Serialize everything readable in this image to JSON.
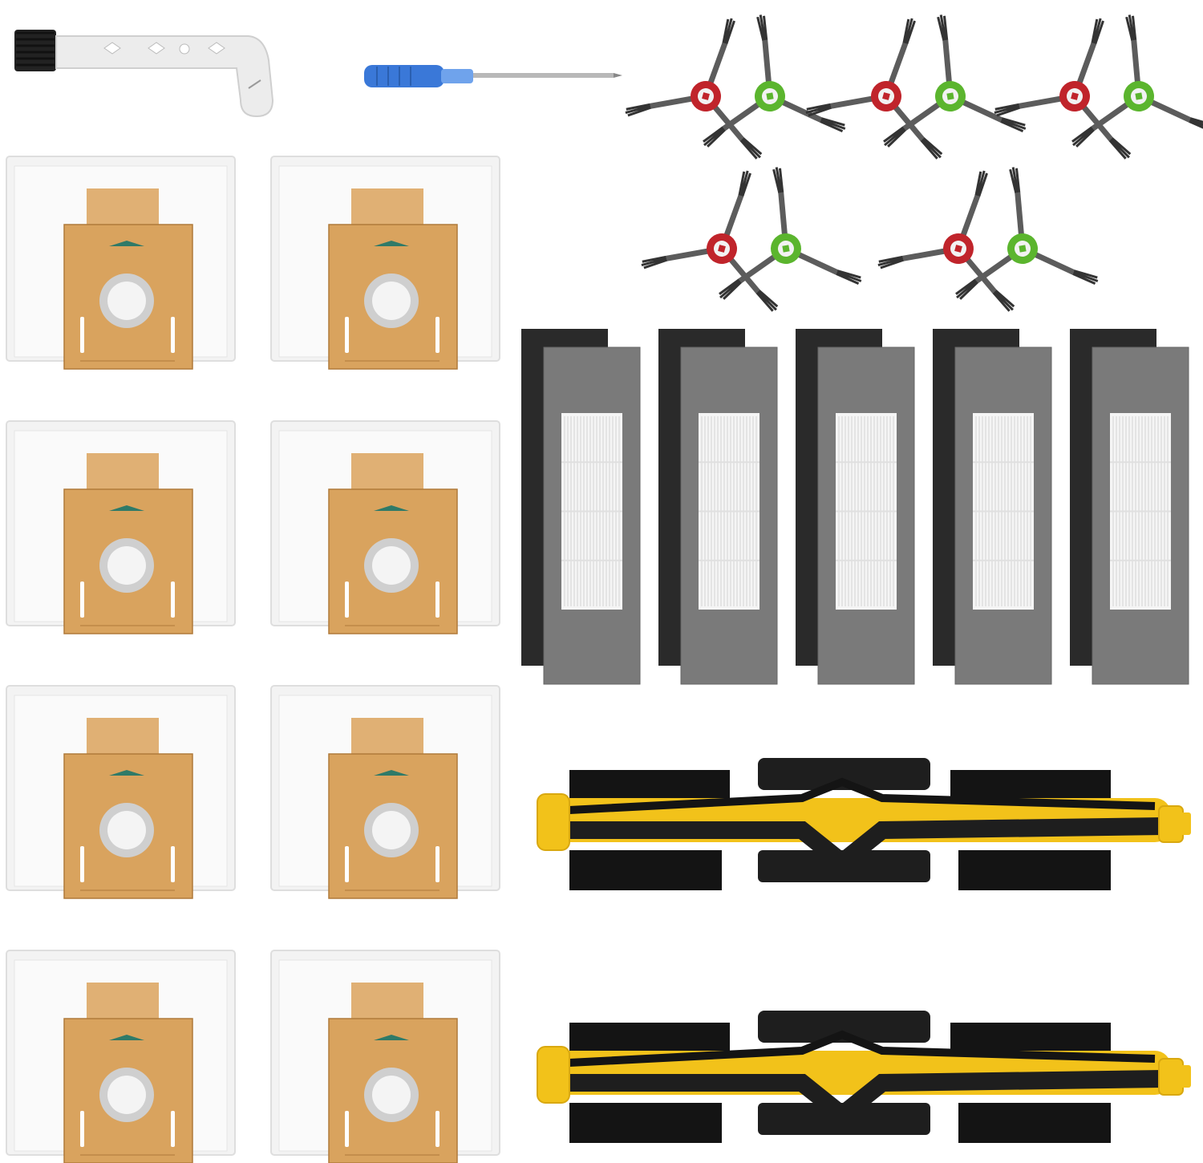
{
  "colors": {
    "background": "#ffffff",
    "bag_white": "#f3f3f3",
    "bag_cardboard": "#d9a35e",
    "bag_cardboard_dark": "#b07a3a",
    "bag_tab": "#e0b074",
    "bag_marker": "#2f7a68",
    "seal_ring": "#cfcfcf",
    "filter_foam": "#2a2a2a",
    "filter_frame": "#7a7a7a",
    "filter_media": "#f5f5f5",
    "brush_yellow": "#f2c21a",
    "brush_black": "#141414",
    "brush_rubber": "#1e1e1e",
    "hub_red": "#c0242b",
    "hub_green": "#5bb52e",
    "arm_gray": "#5c5c5c",
    "screwdriver_blue": "#3a78d8",
    "tool_white": "#ececec"
  },
  "icons": {
    "cleaning_tool": "cleaning-brush-tool-icon",
    "screwdriver": "screwdriver-icon",
    "side_brush": "side-brush-icon",
    "dust_bag": "dust-bag-icon",
    "filter": "hepa-filter-icon",
    "main_brush": "roller-brush-icon"
  },
  "product": {
    "dust_bag_count": 8,
    "filter_count": 5,
    "side_brush_pairs": 5,
    "main_brush_count": 2,
    "cleaning_tool_count": 1,
    "screwdriver_count": 1
  }
}
